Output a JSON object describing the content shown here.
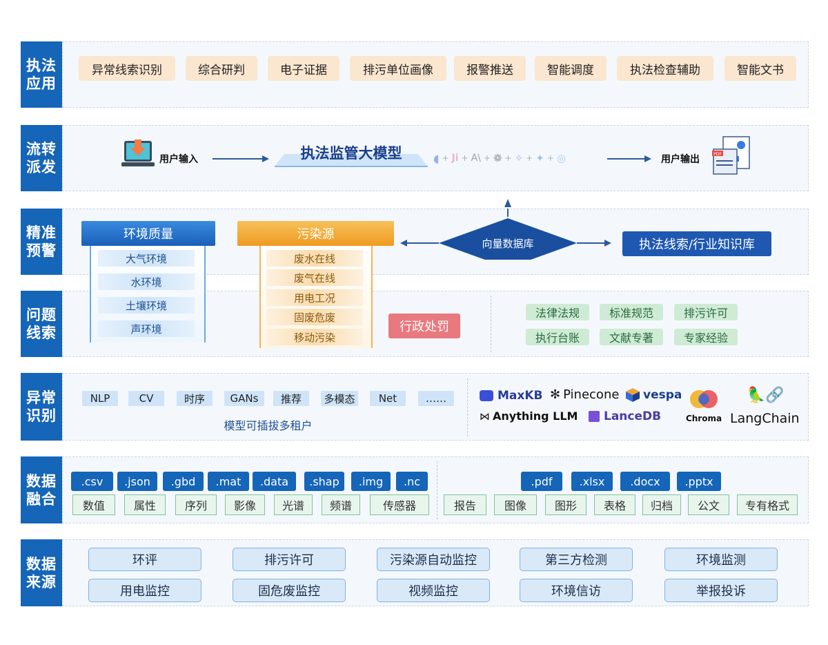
{
  "rows": {
    "app": "执法\n应用",
    "flow": "流转\n派发",
    "warn": "精准\n预警",
    "clue": "问题\n线索",
    "anomaly": "异常\n识别",
    "fusion": "数据\n融合",
    "source": "数据\n来源"
  },
  "apps": [
    "异常线索识别",
    "综合研判",
    "电子证据",
    "排污单位画像",
    "报警推送",
    "智能调度",
    "执法检查辅助",
    "智能文书"
  ],
  "flow": {
    "user_input": "用户输入",
    "model_title": "执法监管大模型",
    "user_output": "用户输出"
  },
  "env_quality": {
    "title": "环境质量",
    "items": [
      "大气环境",
      "水环境",
      "土壤环境",
      "声环境"
    ]
  },
  "pollution": {
    "title": "污染源",
    "items": [
      "废水在线",
      "废气在线",
      "用电工况",
      "固废危废",
      "移动污染"
    ]
  },
  "vector_db": "向量数据库",
  "knowledge_base": "执法线索/行业知识库",
  "admin_penalty": "行政处罚",
  "knowledge_chips": [
    "法律法规",
    "标准规范",
    "排污许可",
    "执行台账",
    "文献专著",
    "专家经验"
  ],
  "models": [
    "NLP",
    "CV",
    "时序",
    "GANs",
    "推荐",
    "多模态",
    "Net",
    "……"
  ],
  "models_caption": "模型可插拔多租户",
  "logos": {
    "maxkb": "MaxKB",
    "pinecone": "Pinecone",
    "vespa": "vespa",
    "anythingllm": "Anything LLM",
    "lancedb": "LanceDB",
    "chroma": "Chroma",
    "langchain": "LangChain"
  },
  "file_types_left": [
    ".csv",
    ".json",
    ".gbd",
    ".mat",
    ".data",
    ".shap",
    ".img",
    ".nc"
  ],
  "file_types_right": [
    ".pdf",
    ".xlsx",
    ".docx",
    ".pptx"
  ],
  "attrs_left": [
    "数值",
    "属性",
    "序列",
    "影像",
    "光谱",
    "频谱",
    "传感器"
  ],
  "attrs_right": [
    "报告",
    "图像",
    "图形",
    "表格",
    "归档",
    "公文",
    "专有格式"
  ],
  "sources": [
    "环评",
    "排污许可",
    "污染源自动监控",
    "第三方检测",
    "环境监测",
    "用电监控",
    "固危废监控",
    "视频监控",
    "环境信访",
    "举报投诉"
  ],
  "colors": {
    "primary": "#1565b8",
    "orange": "#f0a830",
    "green": "#52b26b",
    "red": "#e8797e"
  }
}
